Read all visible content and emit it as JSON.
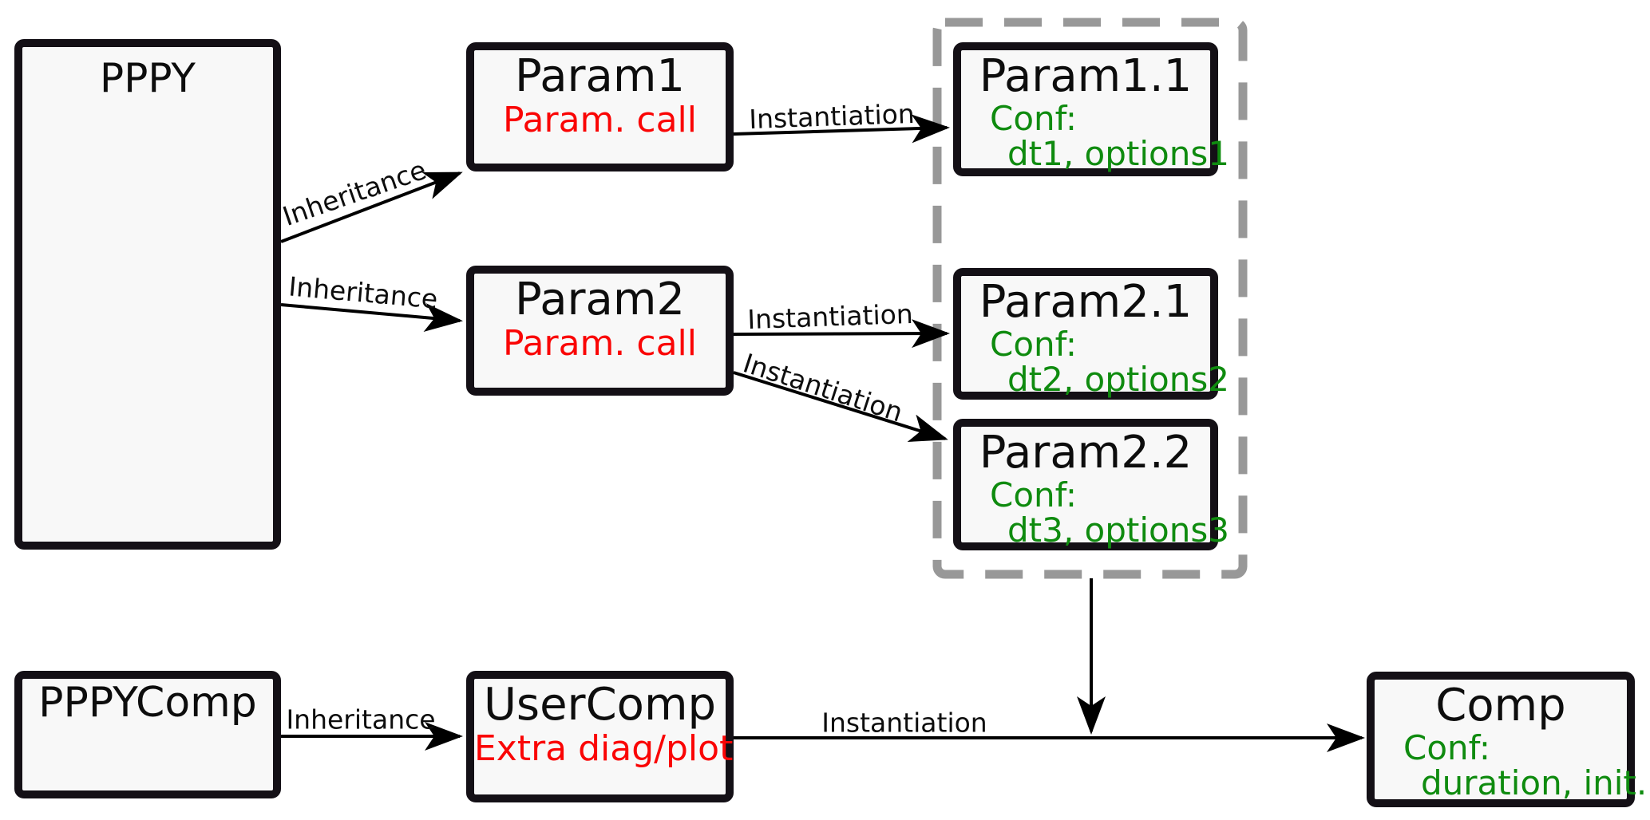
{
  "diagram": {
    "nodes": {
      "pppy": {
        "title": "PPPY"
      },
      "param1": {
        "title": "Param1",
        "note": "Param. call"
      },
      "param2": {
        "title": "Param2",
        "note": "Param. call"
      },
      "param1_1": {
        "title": "Param1.1",
        "conf_label": "Conf:",
        "conf_items": "dt1, options1"
      },
      "param2_1": {
        "title": "Param2.1",
        "conf_label": "Conf:",
        "conf_items": "dt2, options2"
      },
      "param2_2": {
        "title": "Param2.2",
        "conf_label": "Conf:",
        "conf_items": "dt3, options3"
      },
      "pppycomp": {
        "title": "PPPYComp"
      },
      "usercomp": {
        "title": "UserComp",
        "note": "Extra diag/plot"
      },
      "comp": {
        "title": "Comp",
        "conf_label": "Conf:",
        "conf_items": "duration, init."
      }
    },
    "edges": {
      "pppy_param1": {
        "label": "Inheritance"
      },
      "pppy_param2": {
        "label": "Inheritance"
      },
      "param1_param1_1": {
        "label": "Instantiation"
      },
      "param2_param2_1": {
        "label": "Instantiation"
      },
      "param2_param2_2": {
        "label": "Instantiation"
      },
      "pppycomp_usercomp": {
        "label": "Inheritance"
      },
      "usercomp_comp": {
        "label": "Instantiation"
      }
    },
    "colors": {
      "note_red": "#fa0505",
      "conf_green": "#0f8b0f",
      "box_border_black": "#141016",
      "box_fill": "#f8f8f8",
      "dashed_gray": "#989898",
      "arrow_black": "#000000"
    }
  }
}
